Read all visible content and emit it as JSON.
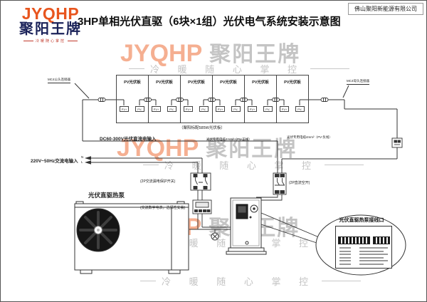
{
  "header": {
    "title": "3HP单相光伏直驱（6块×1组）光伏电气系统安装示意图",
    "company": "佛山聚阳新能源有限公司"
  },
  "logo": {
    "name": "JYQHP",
    "brand": "聚阳王牌",
    "tagline": "冷暖随心掌控"
  },
  "watermark": {
    "name": "JYQHP",
    "brand": "聚阳王牌",
    "slogan": "冷 暖 随 心 掌 控"
  },
  "pv": {
    "panel_label": "PV光伏板",
    "term_pos": "PV+",
    "term_neg": "PV-",
    "mc4_left": "MC4公头连接器",
    "mc4_right": "MC4母头连接器",
    "spec_note": "（聚阳标配585W光伏板）",
    "dc_input_label": "DC60-300V光伏直流电输入",
    "cable_pos": "光伏专用电缆4mm²（PV-正线）",
    "cable_neg": "光伏专用电缆4mm²（PV-负线）"
  },
  "ac": {
    "input_label": "220V~50Hz交流电输入",
    "line_n": "N",
    "line_l": "L",
    "rcd_label": "(2P交流漏电保护开关)",
    "meter_label": "(交流数字电表，选择性安装)"
  },
  "dc": {
    "breaker_label": "(2P直流空开)"
  },
  "heatpump": {
    "label": "光伏直驱热泵"
  },
  "callout": {
    "title": "光伏直驱热泵接线口"
  }
}
